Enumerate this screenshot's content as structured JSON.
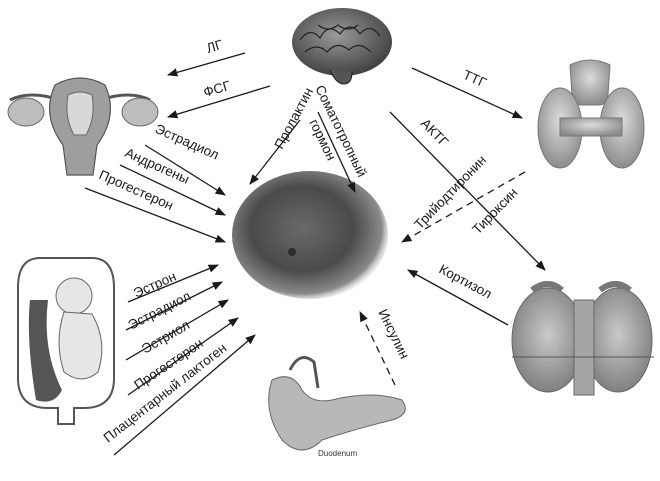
{
  "organs": {
    "brain": "brain-illustration",
    "breast": "breast-illustration",
    "uterus": "uterus-illustration",
    "pregnancy": "pregnant-uterus-illustration",
    "thyroid": "thyroid-illustration",
    "adrenals": "adrenal-kidney-illustration",
    "pancreas": "pancreas-illustration"
  },
  "labels": {
    "lh": "ЛГ",
    "fsh": "ФСГ",
    "estradiol_ovary": "Эстрадиол",
    "androgens": "Андрогены",
    "progesterone_ovary": "Прогестерон",
    "prolactin": "Пролактин",
    "somatotropic": "Соматотропный",
    "hormone": "гормон",
    "tsh": "ТТГ",
    "acth": "АКТГ",
    "triiodothyronine": "Трийодтиронин",
    "thyroxine": "Тироксин",
    "cortisol": "Кортизол",
    "insulin": "Инсулин",
    "estrone": "Эстрон",
    "estradiol_placenta": "Эстрадиол",
    "estriol": "Эстриол",
    "progesterone_placenta": "Прогестерон",
    "placental_lactogen": "Плацентарный лактоген",
    "pancreas_caption": "Duodenum"
  }
}
